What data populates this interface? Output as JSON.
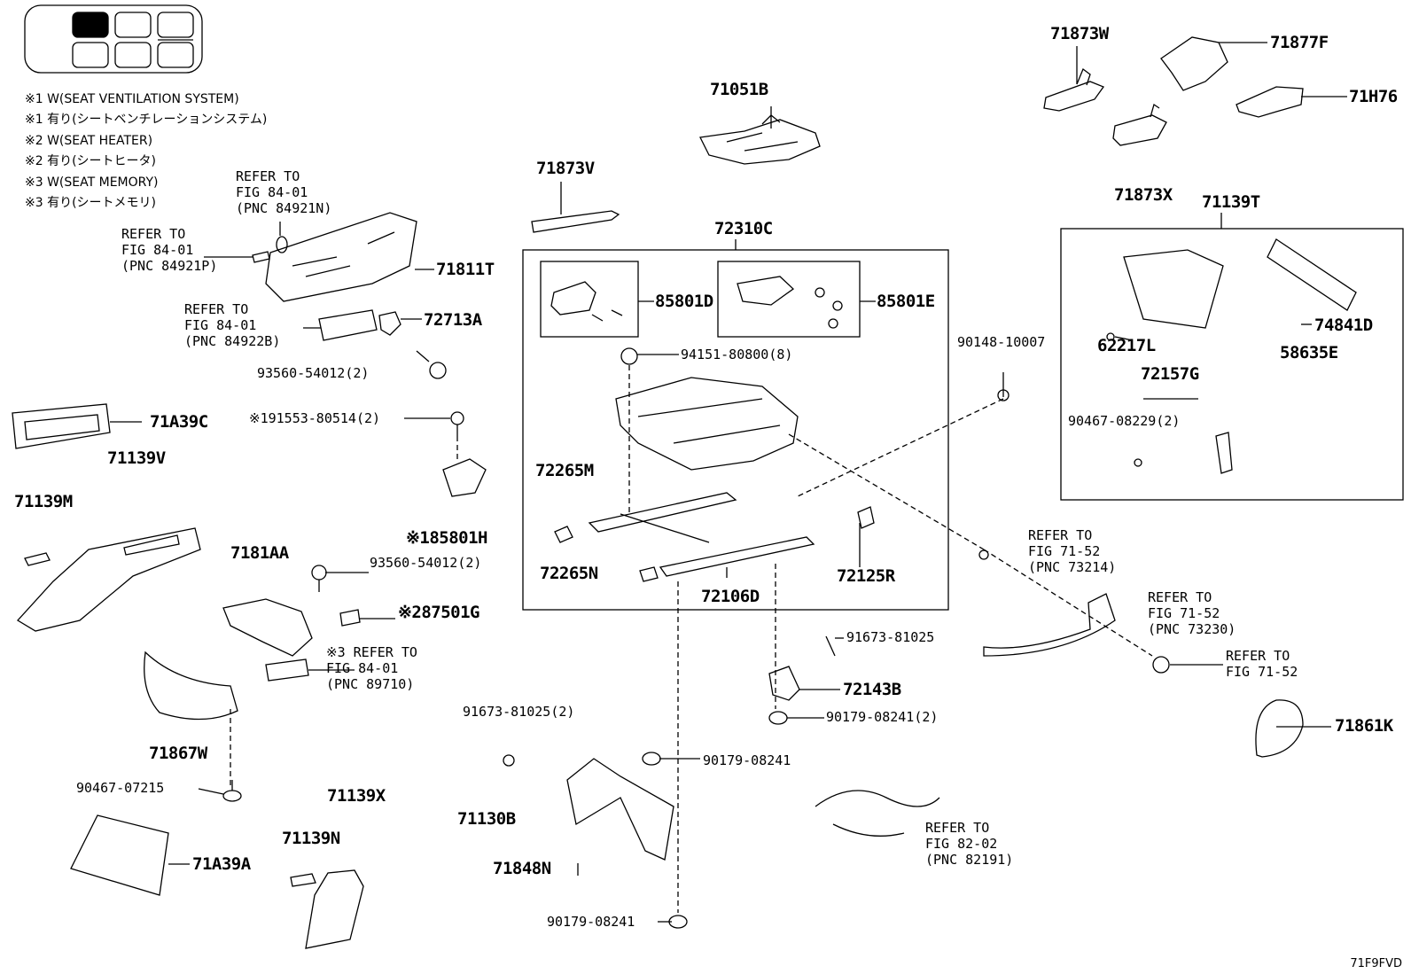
{
  "notes": [
    "※1 W(SEAT VENTILATION SYSTEM)",
    "※1 有り(シートベンチレーションシステム)",
    "※2 W(SEAT HEATER)",
    "※2 有り(シートヒータ)",
    "※3 W(SEAT MEMORY)",
    "※3 有り(シートメモリ)"
  ],
  "labels": {
    "p71873W": "71873W",
    "p71877F": "71877F",
    "p71H76": "71H76",
    "p71873X": "71873X",
    "p71051B": "71051B",
    "p71873V": "71873V",
    "p72310C": "72310C",
    "p71139T": "71139T",
    "p85801D": "85801D",
    "p85801E": "85801E",
    "p94151": "94151-80800(8)",
    "p90148": "90148-10007",
    "p62217L": "62217L",
    "p74841D": "74841D",
    "p58635E": "58635E",
    "p72157G": "72157G",
    "p90467_08229": "90467-08229(2)",
    "p71811T": "71811T",
    "p72713A": "72713A",
    "p93560a": "93560-54012(2)",
    "p71A39C": "71A39C",
    "p191553": "※191553-80514(2)",
    "p71139V": "71139V",
    "p71139M": "71139M",
    "p185801H": "※185801H",
    "p7181AA": "7181AA",
    "p93560b": "93560-54012(2)",
    "p287501G": "※287501G",
    "p72265M": "72265M",
    "p72265N": "72265N",
    "p72106D": "72106D",
    "p72125R": "72125R",
    "p91673a": "91673-81025",
    "p72143B": "72143B",
    "p90179_2": "90179-08241(2)",
    "p71861K": "71861K",
    "p71867W": "71867W",
    "p90467_07215": "90467-07215",
    "p91673b": "91673-81025(2)",
    "p90179a": "90179-08241",
    "p71130B": "71130B",
    "p71848N": "71848N",
    "p90179b": "90179-08241",
    "p71139X": "71139X",
    "p71139N": "71139N",
    "p71A39A": "71A39A"
  },
  "refs": {
    "r1": "REFER TO\nFIG 84-01\n(PNC 84921N)",
    "r2": "REFER TO\nFIG 84-01\n(PNC 84921P)",
    "r3": "REFER TO\nFIG 84-01\n(PNC 84922B)",
    "r4": "※3 REFER TO\nFIG 84-01\n(PNC 89710)",
    "r5": "REFER TO\nFIG 71-52\n(PNC 73214)",
    "r6": "REFER TO\nFIG 71-52\n(PNC 73230)",
    "r7": "REFER TO\nFIG 71-52",
    "r8": "REFER TO\nFIG 82-02\n(PNC 82191)"
  },
  "diagram_code": "71F9FVD"
}
